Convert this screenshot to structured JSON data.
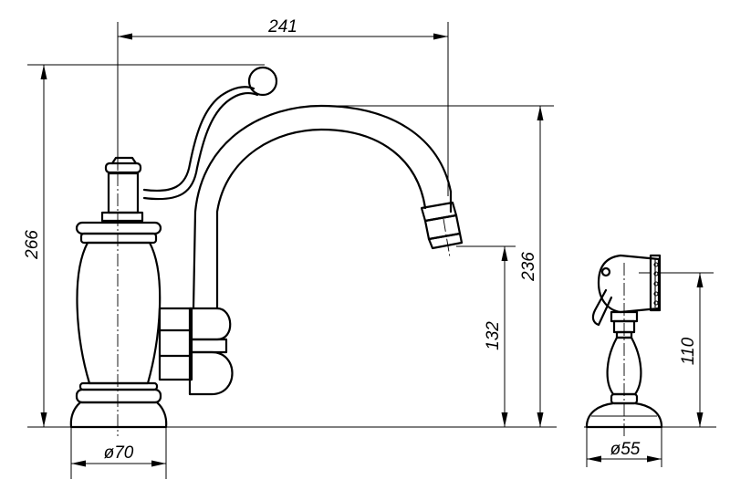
{
  "dimensions": {
    "spout_reach": "241",
    "total_height": "266",
    "spout_height": "236",
    "outlet_height": "132",
    "base_diameter": "ø70",
    "spray_height": "110",
    "spray_base_diameter": "ø55"
  }
}
